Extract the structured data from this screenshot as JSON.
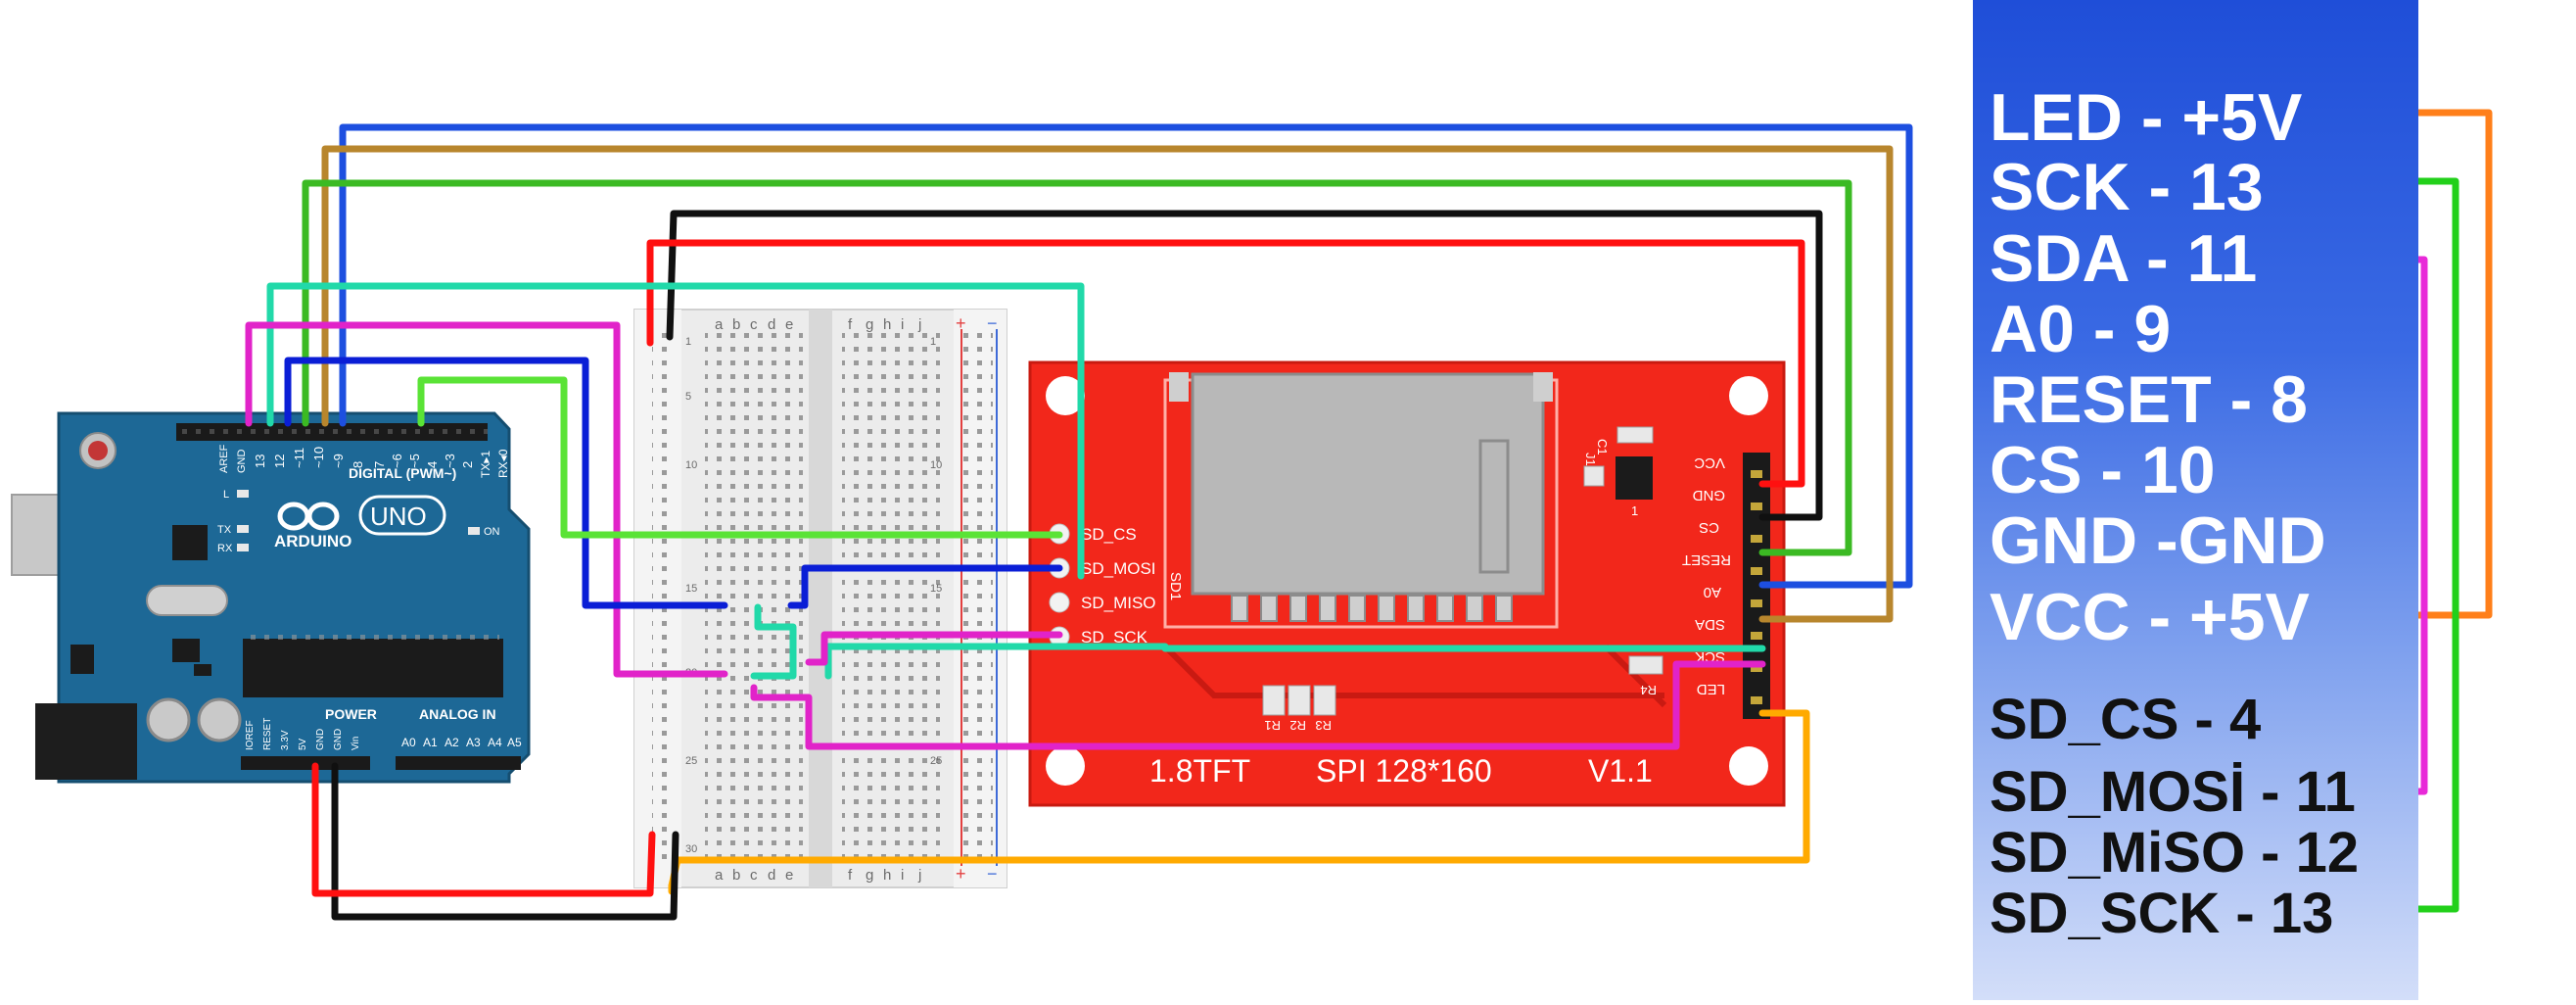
{
  "arduino": {
    "brand": "ARDUINO",
    "model": "UNO",
    "on_label": "ON",
    "digital_header": "DIGITAL (PWM~)",
    "power_header": "POWER",
    "analog_header": "ANALOG IN",
    "aref": "AREF",
    "gnd": "GND",
    "led_l": "L",
    "led_tx": "TX",
    "led_rx": "RX",
    "tx_pin": "TX▸1",
    "rx_pin": "RX◂0",
    "digital_pins": [
      "13",
      "12",
      "~11",
      "~10",
      "~9",
      "8",
      "7",
      "~6",
      "~5",
      "4",
      "~3",
      "2"
    ],
    "power_pins": [
      "IOREF",
      "RESET",
      "3.3V",
      "5V",
      "GND",
      "GND",
      "Vin"
    ],
    "analog_pins": [
      "A0",
      "A1",
      "A2",
      "A3",
      "A4",
      "A5"
    ]
  },
  "breadboard": {
    "columns_left": [
      "a",
      "b",
      "c",
      "d",
      "e"
    ],
    "columns_right": [
      "f",
      "g",
      "h",
      "i",
      "j"
    ],
    "plus": "+",
    "minus": "−",
    "row_numbers": [
      "1",
      "5",
      "10",
      "15",
      "20",
      "25",
      "30"
    ]
  },
  "tft": {
    "title_left": "1.8TFT",
    "title_mid": "SPI 128*160",
    "title_right": "V1.1",
    "sd_pins": [
      "SD_CS",
      "SD_MOSI",
      "SD_MISO",
      "SD_SCK"
    ],
    "sd_group": "SD1",
    "pins": [
      "VCC",
      "GND",
      "CS",
      "RESET",
      "A0",
      "SDA",
      "SCK",
      "LED"
    ],
    "resistors": [
      "R1",
      "R2",
      "R3"
    ],
    "r4": "R4",
    "j1": "J1",
    "c1": "C1",
    "one": "1"
  },
  "legend": [
    {
      "text": "LED - +5V",
      "color": "#ffffff",
      "wire": "#ff7f1a"
    },
    {
      "text": "SCK - 13",
      "color": "#ffffff",
      "wire": "#22d01a"
    },
    {
      "text": "SDA - 11",
      "color": "#ffffff",
      "wire": "#e829d8"
    },
    {
      "text": "A0 - 9",
      "color": "#ffffff"
    },
    {
      "text": "RESET - 8",
      "color": "#ffffff"
    },
    {
      "text": "CS - 10",
      "color": "#ffffff"
    },
    {
      "text": "GND -GND",
      "color": "#ffffff"
    },
    {
      "text": "VCC - +5V",
      "color": "#ffffff",
      "wire": "#ff7f1a"
    },
    {
      "text": "SD_CS - 4",
      "color": "#111111"
    },
    {
      "text": "SD_MOSİ - 11",
      "color": "#111111",
      "wire": "#e829d8"
    },
    {
      "text": "SD_MiSO - 12",
      "color": "#111111"
    },
    {
      "text": "SD_SCK - 13",
      "color": "#111111",
      "wire": "#22d01a"
    }
  ],
  "colors": {
    "board_blue": "#1d6896",
    "tft_red": "#f2271b",
    "wire_blue": "#1d4fe0",
    "wire_olive": "#b8862d",
    "wire_green": "#3bba23",
    "wire_black": "#101010",
    "wire_red": "#ff1010",
    "wire_teal": "#21d9a9",
    "wire_magenta": "#e123c9",
    "wire_navy": "#0a1ed6",
    "wire_lime": "#5ae336",
    "wire_orange": "#ffaa00"
  }
}
